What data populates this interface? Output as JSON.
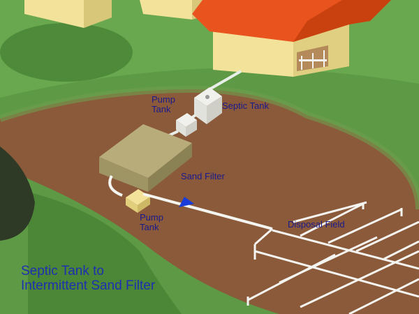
{
  "labels": {
    "pump_tank_1": [
      "Pump",
      "Tank"
    ],
    "septic_tank": "Septic Tank",
    "sand_filter": "Sand Filter",
    "pump_tank_2": [
      "Pump",
      "Tank"
    ],
    "disposal_field": "Disposal Field"
  },
  "title": [
    "Septic Tank to",
    "Intermittent Sand Filter"
  ],
  "colors": {
    "grass": "#5e9a45",
    "soil": "#8a5a3a",
    "roof": "#e8531e",
    "wall": "#f3e39a",
    "pipe": "#f4f4f0",
    "label_text": "#1a1a8c",
    "title_text": "#1e2fb0"
  }
}
